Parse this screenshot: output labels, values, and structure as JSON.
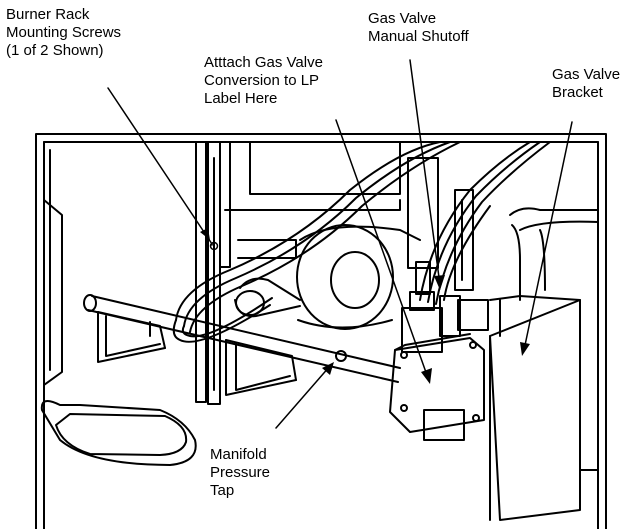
{
  "labels": {
    "burner_rack_screws": "Burner Rack\nMounting Screws\n(1 of 2 Shown)",
    "gas_valve_shutoff": "Gas Valve\nManual Shutoff",
    "lp_label": "Atttach Gas Valve\nConversion to LP\nLabel Here",
    "gas_valve_bracket": "Gas Valve\nBracket",
    "manifold_tap": "Manifold\nPressure\nTap"
  },
  "colors": {
    "ink": "#000000",
    "paper": "#ffffff"
  }
}
